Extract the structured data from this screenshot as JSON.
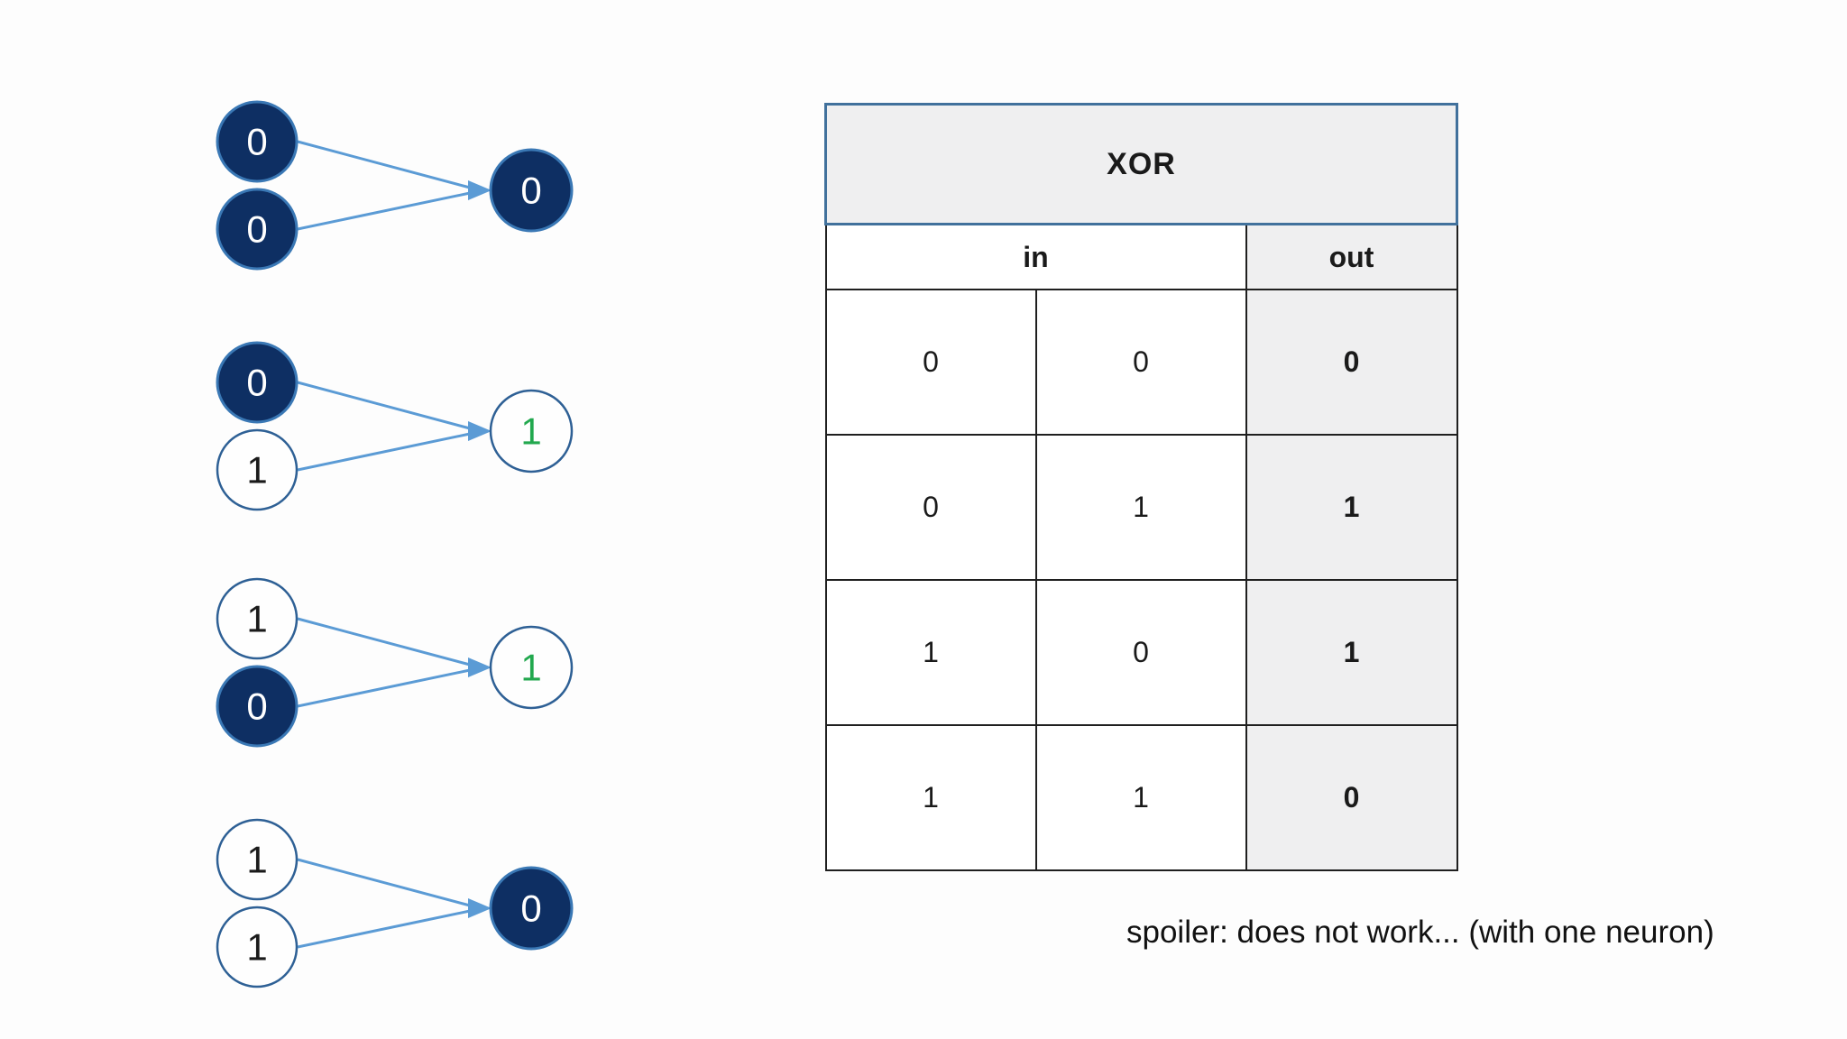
{
  "colors": {
    "node_navy_fill": "#0e2f63",
    "navy_node_border": "#3a78b5",
    "white_node_border": "#2e6095",
    "arrow_blue": "#5b9bd5",
    "green_digit": "#22a84e",
    "table_gray_fill": "#efeff0",
    "table_title_border_blue": "#41719c",
    "table_cell_border": "#1f1f1f",
    "text_ink": "#1a1a1a",
    "node_white_digit": "#ffffff"
  },
  "diagrams": [
    {
      "inputs": [
        {
          "value": "0",
          "fill": "navy"
        },
        {
          "value": "0",
          "fill": "navy"
        }
      ],
      "output": {
        "value": "0",
        "fill": "navy",
        "text": "white"
      }
    },
    {
      "inputs": [
        {
          "value": "0",
          "fill": "navy"
        },
        {
          "value": "1",
          "fill": "white"
        }
      ],
      "output": {
        "value": "1",
        "fill": "white",
        "text": "green"
      }
    },
    {
      "inputs": [
        {
          "value": "1",
          "fill": "white"
        },
        {
          "value": "0",
          "fill": "navy"
        }
      ],
      "output": {
        "value": "1",
        "fill": "white",
        "text": "green"
      }
    },
    {
      "inputs": [
        {
          "value": "1",
          "fill": "white"
        },
        {
          "value": "1",
          "fill": "white"
        }
      ],
      "output": {
        "value": "0",
        "fill": "navy",
        "text": "white"
      }
    }
  ],
  "table": {
    "title": "XOR",
    "in_label": "in",
    "out_label": "out",
    "rows": [
      [
        "0",
        "0",
        "0"
      ],
      [
        "0",
        "1",
        "1"
      ],
      [
        "1",
        "0",
        "1"
      ],
      [
        "1",
        "1",
        "0"
      ]
    ]
  },
  "caption": "spoiler: does not work... (with one neuron)"
}
